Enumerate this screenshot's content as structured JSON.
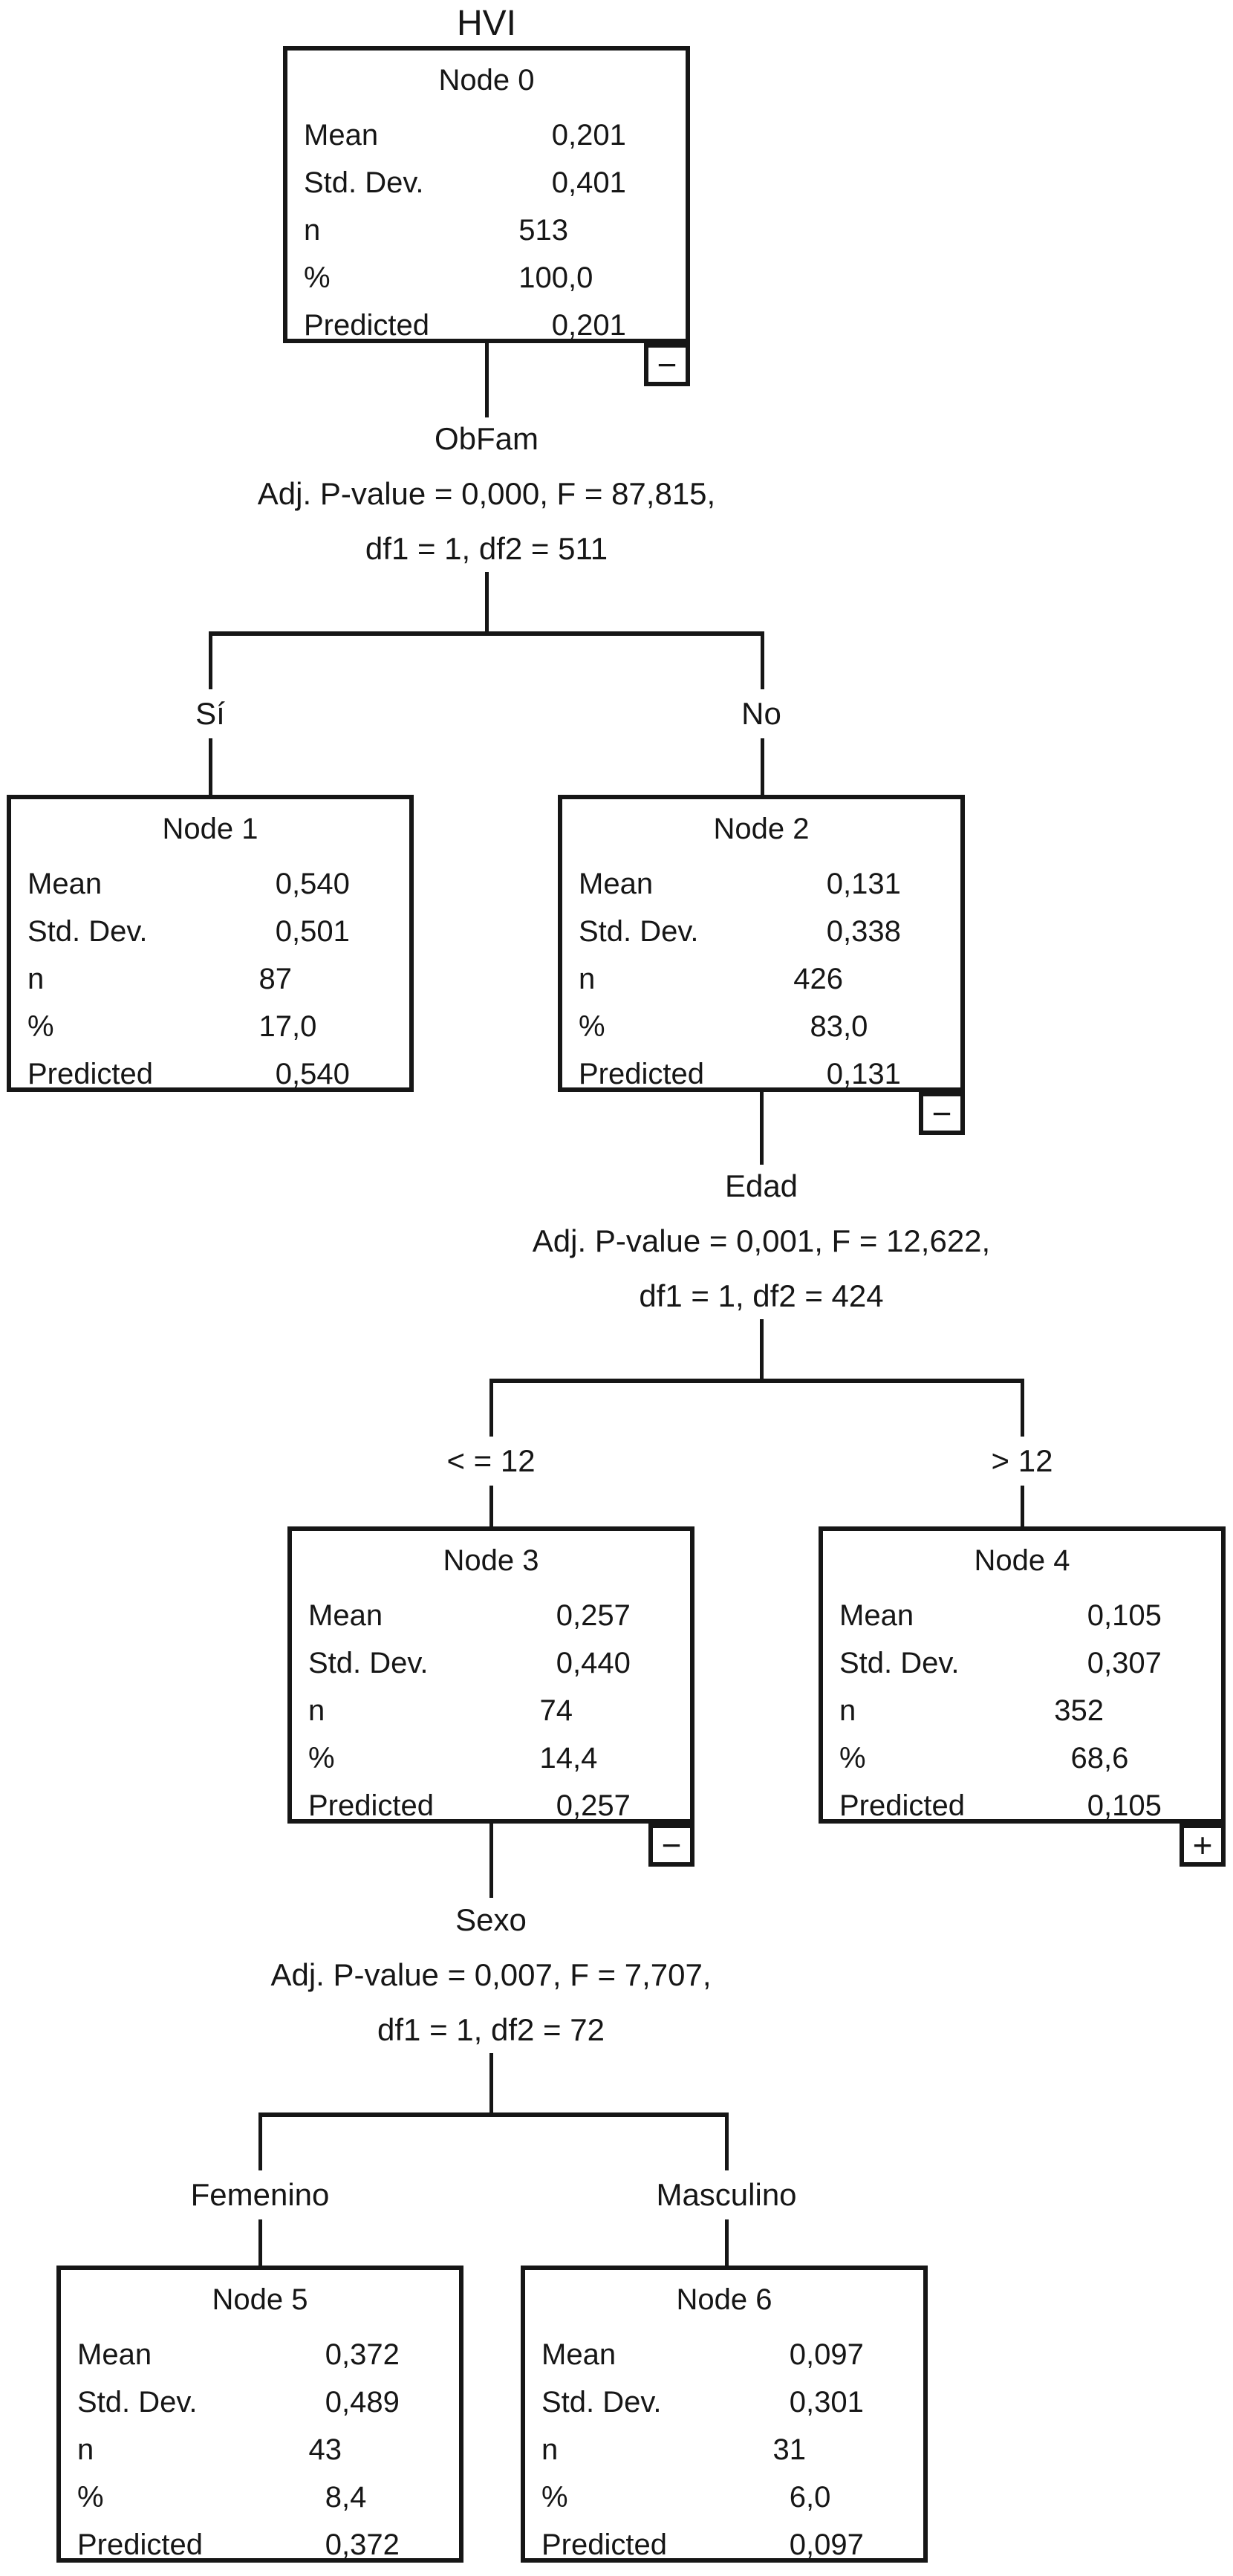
{
  "tree": {
    "title": "HVI"
  },
  "nodes": {
    "n0": {
      "title": "Node 0",
      "button": "−",
      "rows": [
        {
          "label": "Mean",
          "value": "0,201"
        },
        {
          "label": "Std. Dev.",
          "value": "0,401"
        },
        {
          "label": "n",
          "value": "513"
        },
        {
          "label": "%",
          "value": "100,0"
        },
        {
          "label": "Predicted",
          "value": "0,201"
        }
      ]
    },
    "n1": {
      "title": "Node 1",
      "rows": [
        {
          "label": "Mean",
          "value": "0,540"
        },
        {
          "label": "Std. Dev.",
          "value": "0,501"
        },
        {
          "label": "n",
          "value": "87"
        },
        {
          "label": "%",
          "value": "17,0"
        },
        {
          "label": "Predicted",
          "value": "0,540"
        }
      ]
    },
    "n2": {
      "title": "Node 2",
      "button": "−",
      "rows": [
        {
          "label": "Mean",
          "value": "0,131"
        },
        {
          "label": "Std. Dev.",
          "value": "0,338"
        },
        {
          "label": "n",
          "value": "426"
        },
        {
          "label": "%",
          "value": "83,0"
        },
        {
          "label": "Predicted",
          "value": "0,131"
        }
      ]
    },
    "n3": {
      "title": "Node 3",
      "button": "−",
      "rows": [
        {
          "label": "Mean",
          "value": "0,257"
        },
        {
          "label": "Std. Dev.",
          "value": "0,440"
        },
        {
          "label": "n",
          "value": "74"
        },
        {
          "label": "%",
          "value": "14,4"
        },
        {
          "label": "Predicted",
          "value": "0,257"
        }
      ]
    },
    "n4": {
      "title": "Node 4",
      "button": "+",
      "rows": [
        {
          "label": "Mean",
          "value": "0,105"
        },
        {
          "label": "Std. Dev.",
          "value": "0,307"
        },
        {
          "label": "n",
          "value": "352"
        },
        {
          "label": "%",
          "value": "68,6"
        },
        {
          "label": "Predicted",
          "value": "0,105"
        }
      ]
    },
    "n5": {
      "title": "Node 5",
      "rows": [
        {
          "label": "Mean",
          "value": "0,372"
        },
        {
          "label": "Std. Dev.",
          "value": "0,489"
        },
        {
          "label": "n",
          "value": "43"
        },
        {
          "label": "%",
          "value": "8,4"
        },
        {
          "label": "Predicted",
          "value": "0,372"
        }
      ]
    },
    "n6": {
      "title": "Node 6",
      "rows": [
        {
          "label": "Mean",
          "value": "0,097"
        },
        {
          "label": "Std. Dev.",
          "value": "0,301"
        },
        {
          "label": "n",
          "value": "31"
        },
        {
          "label": "%",
          "value": "6,0"
        },
        {
          "label": "Predicted",
          "value": "0,097"
        }
      ]
    }
  },
  "splits": {
    "s1": {
      "variable": "ObFam",
      "stats_line1": "Adj. P-value = 0,000, F = 87,815,",
      "stats_line2": "df1 = 1, df2 = 511",
      "branch_left": "Sí",
      "branch_right": "No"
    },
    "s2": {
      "variable": "Edad",
      "stats_line1": "Adj. P-value = 0,001, F = 12,622,",
      "stats_line2": "df1 = 1, df2 = 424",
      "branch_left": "< = 12",
      "branch_right": "> 12"
    },
    "s3": {
      "variable": "Sexo",
      "stats_line1": "Adj. P-value = 0,007, F = 7,707,",
      "stats_line2": "df1 = 1, df2 = 72",
      "branch_left": "Femenino",
      "branch_right": "Masculino"
    }
  }
}
